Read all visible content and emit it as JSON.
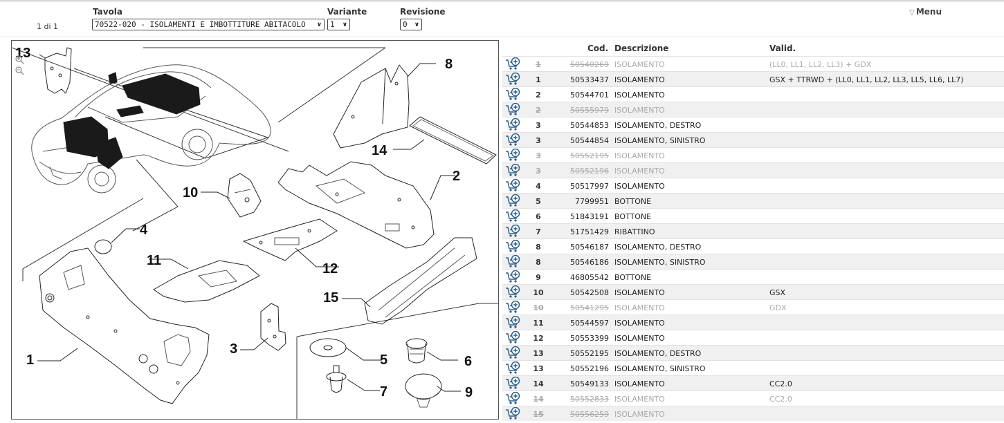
{
  "header": {
    "pager": "1 di 1",
    "tavola_label": "Tavola",
    "tavola_value": "70522-020 - ISOLAMENTI E IMBOTTITURE ABITACOLO",
    "variante_label": "Variante",
    "variante_value": "1",
    "revisione_label": "Revisione",
    "revisione_value": "0",
    "menu_label": "Menu"
  },
  "drawing": {
    "zoom_in": "+",
    "zoom_out": "−",
    "callouts": [
      "13",
      "8",
      "14",
      "2",
      "10",
      "4",
      "11",
      "12",
      "15",
      "1",
      "3",
      "5",
      "6",
      "7",
      "9"
    ]
  },
  "table": {
    "columns": {
      "cod": "Cod.",
      "descrizione": "Descrizione",
      "valid": "Valid."
    },
    "rows": [
      {
        "num": "1",
        "cod": "50540269",
        "desc": "ISOLAMENTO",
        "valid": "(LL0, LL1, LL2, LL3) + GDX",
        "struck": true
      },
      {
        "num": "1",
        "cod": "50533437",
        "desc": "ISOLAMENTO",
        "valid": "GSX + TTRWD + (LL0, LL1, LL2, LL3, LL5, LL6, LL7)",
        "struck": false
      },
      {
        "num": "2",
        "cod": "50544701",
        "desc": "ISOLAMENTO",
        "valid": "",
        "struck": false
      },
      {
        "num": "2",
        "cod": "50555979",
        "desc": "ISOLAMENTO",
        "valid": "",
        "struck": true
      },
      {
        "num": "3",
        "cod": "50544853",
        "desc": "ISOLAMENTO, DESTRO",
        "valid": "",
        "struck": false
      },
      {
        "num": "3",
        "cod": "50544854",
        "desc": "ISOLAMENTO, SINISTRO",
        "valid": "",
        "struck": false
      },
      {
        "num": "3",
        "cod": "50552195",
        "desc": "ISOLAMENTO",
        "valid": "",
        "struck": true
      },
      {
        "num": "3",
        "cod": "50552196",
        "desc": "ISOLAMENTO",
        "valid": "",
        "struck": true
      },
      {
        "num": "4",
        "cod": "50517997",
        "desc": "ISOLAMENTO",
        "valid": "",
        "struck": false
      },
      {
        "num": "5",
        "cod": "7799951",
        "desc": "BOTTONE",
        "valid": "",
        "struck": false
      },
      {
        "num": "6",
        "cod": "51843191",
        "desc": "BOTTONE",
        "valid": "",
        "struck": false
      },
      {
        "num": "7",
        "cod": "51751429",
        "desc": "RIBATTINO",
        "valid": "",
        "struck": false
      },
      {
        "num": "8",
        "cod": "50546187",
        "desc": "ISOLAMENTO, DESTRO",
        "valid": "",
        "struck": false
      },
      {
        "num": "8",
        "cod": "50546186",
        "desc": "ISOLAMENTO, SINISTRO",
        "valid": "",
        "struck": false
      },
      {
        "num": "9",
        "cod": "46805542",
        "desc": "BOTTONE",
        "valid": "",
        "struck": false
      },
      {
        "num": "10",
        "cod": "50542508",
        "desc": "ISOLAMENTO",
        "valid": "GSX",
        "struck": false
      },
      {
        "num": "10",
        "cod": "50541295",
        "desc": "ISOLAMENTO",
        "valid": "GDX",
        "struck": true
      },
      {
        "num": "11",
        "cod": "50544597",
        "desc": "ISOLAMENTO",
        "valid": "",
        "struck": false
      },
      {
        "num": "12",
        "cod": "50553399",
        "desc": "ISOLAMENTO",
        "valid": "",
        "struck": false
      },
      {
        "num": "13",
        "cod": "50552195",
        "desc": "ISOLAMENTO, DESTRO",
        "valid": "",
        "struck": false
      },
      {
        "num": "13",
        "cod": "50552196",
        "desc": "ISOLAMENTO, SINISTRO",
        "valid": "",
        "struck": false
      },
      {
        "num": "14",
        "cod": "50549133",
        "desc": "ISOLAMENTO",
        "valid": "CC2.0",
        "struck": false
      },
      {
        "num": "14",
        "cod": "50552833",
        "desc": "ISOLAMENTO",
        "valid": "CC2.0",
        "struck": true
      },
      {
        "num": "15",
        "cod": "50556259",
        "desc": "ISOLAMENTO",
        "valid": "",
        "struck": true
      }
    ]
  },
  "colors": {
    "cart_icon": "#2c5f8a",
    "struck_text": "#aaaaaa",
    "row_alt": "#f0f0f0"
  }
}
